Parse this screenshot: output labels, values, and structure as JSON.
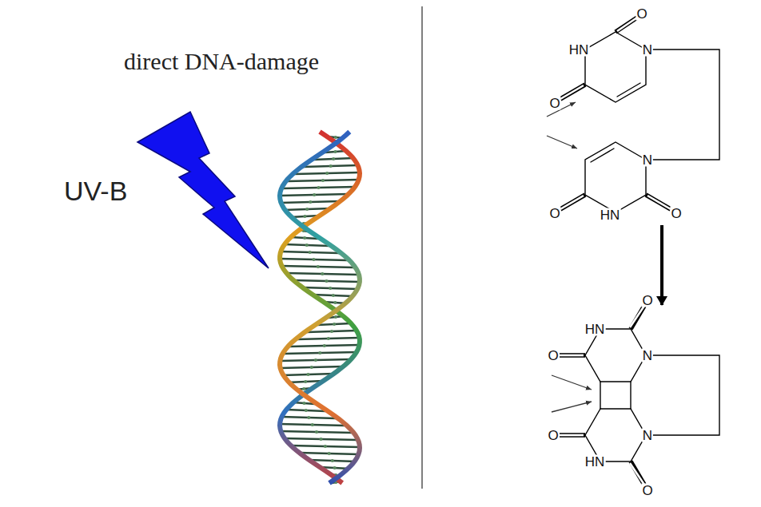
{
  "diagram": {
    "labels": [
      "direct DNA-damage",
      "UV-B",
      "HN",
      "O",
      "O",
      "N",
      "O",
      "N",
      "HN",
      "O",
      "HN",
      "O",
      "O",
      "N",
      "O",
      "N",
      "HN",
      "O"
    ]
  }
}
